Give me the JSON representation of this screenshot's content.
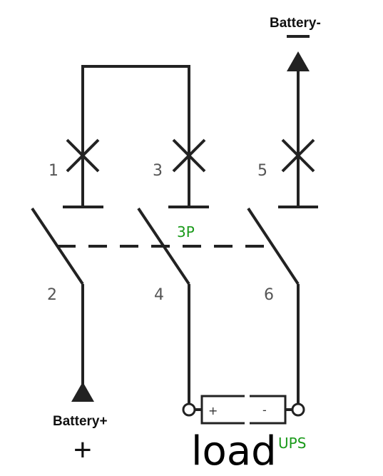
{
  "labels": {
    "battery_minus": "Battery-",
    "battery_plus": "Battery+",
    "plus_symbol": "+",
    "pole_number": "3P",
    "terminal_1": "1",
    "terminal_2": "2",
    "terminal_3": "3",
    "terminal_4": "4",
    "terminal_5": "5",
    "terminal_6": "6",
    "load": "load",
    "ups": "UPS",
    "load_plus": "+",
    "load_minus": "-"
  },
  "colors": {
    "wire": "#222222",
    "numbers": "#555555",
    "accent_green": "#1a9a1a"
  }
}
